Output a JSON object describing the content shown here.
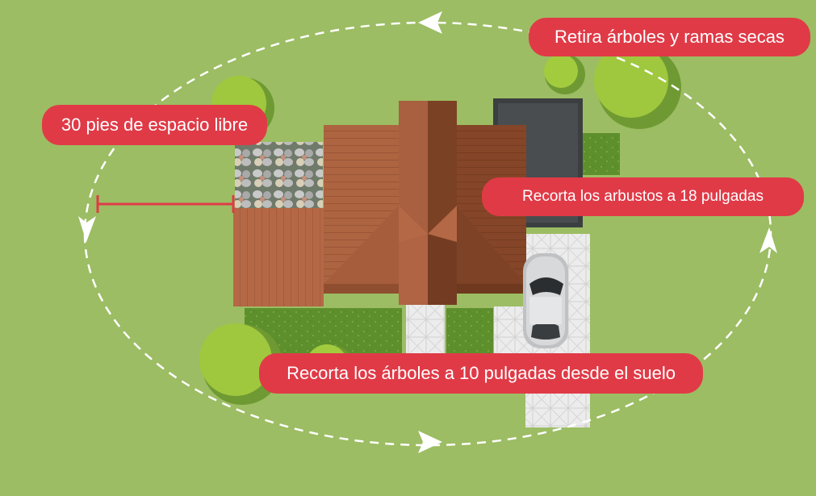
{
  "labels": {
    "remove_dead": "Retira árboles y ramas secas",
    "clear_space": "30 pies de espacio libre",
    "trim_shrubs": "Recorta los arbustos a 18 pulgadas",
    "trim_trees": "Recorta los árboles a 10 pulgadas desde el suelo"
  },
  "colors": {
    "lawn": "#9cbd63",
    "label_bg": "#e03a47",
    "roof": "#b86a45",
    "roof_dark": "#7a4228",
    "garage_roof": "#444749",
    "tree": "#9dc63c",
    "hedge": "#5f8f2e",
    "car": "#c8cacc"
  },
  "icons": [
    "dashed-clearance-ring-icon",
    "measure-line-icon",
    "house-roof-icon",
    "car-icon",
    "tree-icon"
  ]
}
